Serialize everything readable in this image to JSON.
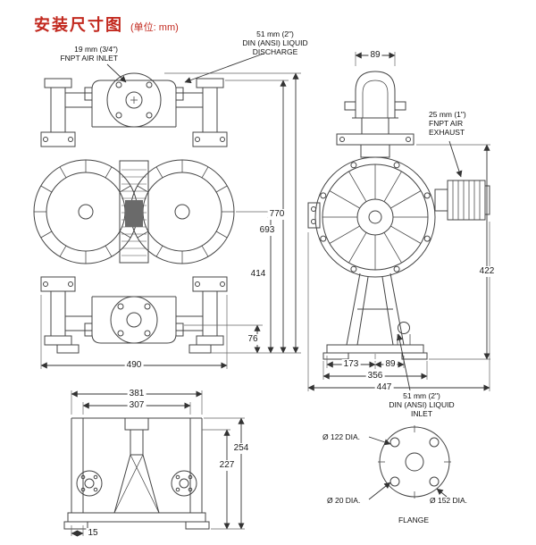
{
  "title": "安装尺寸图",
  "unit_note": "(单位: mm)",
  "annotations": {
    "air_inlet": [
      "19 mm (3/4\")",
      "FNPT AIR INLET"
    ],
    "liquid_discharge": [
      "51 mm (2\")",
      "DIN (ANSI) LIQUID",
      "DISCHARGE"
    ],
    "air_exhaust": [
      "25 mm (1\")",
      "FNPT AIR",
      "EXHAUST"
    ],
    "liquid_inlet": [
      "51 mm (2\")",
      "DIN (ANSI) LIQUID",
      "INLET"
    ],
    "flange_caption": "FLANGE",
    "dia_bolt_circle": "Ø 122 DIA.",
    "dia_bolt_hole": "Ø 20 DIA.",
    "dia_outer": "Ø 152 DIA."
  },
  "dimensions_mm": {
    "front_total_height": "770",
    "front_height_to_manifold": "693",
    "front_height_mid": "414",
    "front_base_height": "76",
    "front_overall_width": "490",
    "side_clamp_width": "89",
    "side_base_left": "173",
    "side_base_right": "89",
    "side_base_width": "356",
    "side_overall_width": "447",
    "side_height": "422",
    "bottom_overall_width": "381",
    "bottom_inner_width": "307",
    "bottom_height_outer": "254",
    "bottom_height_inner": "227",
    "bottom_plate_thickness": "15"
  },
  "colors": {
    "title": "#c2281e",
    "line": "#444444"
  }
}
